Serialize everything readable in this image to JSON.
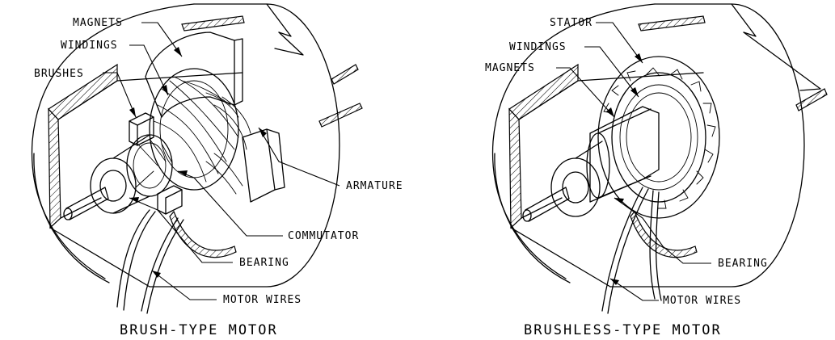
{
  "left": {
    "caption": "BRUSH-TYPE MOTOR",
    "labels": {
      "magnets": "MAGNETS",
      "windings": "WINDINGS",
      "brushes": "BRUSHES",
      "armature": "ARMATURE",
      "commutator": "COMMUTATOR",
      "bearing": "BEARING",
      "motor_wires": "MOTOR WIRES"
    }
  },
  "right": {
    "caption": "BRUSHLESS-TYPE MOTOR",
    "labels": {
      "stator": "STATOR",
      "windings": "WINDINGS",
      "magnets": "MAGNETS",
      "bearing": "BEARING",
      "motor_wires": "MOTOR WIRES"
    }
  }
}
